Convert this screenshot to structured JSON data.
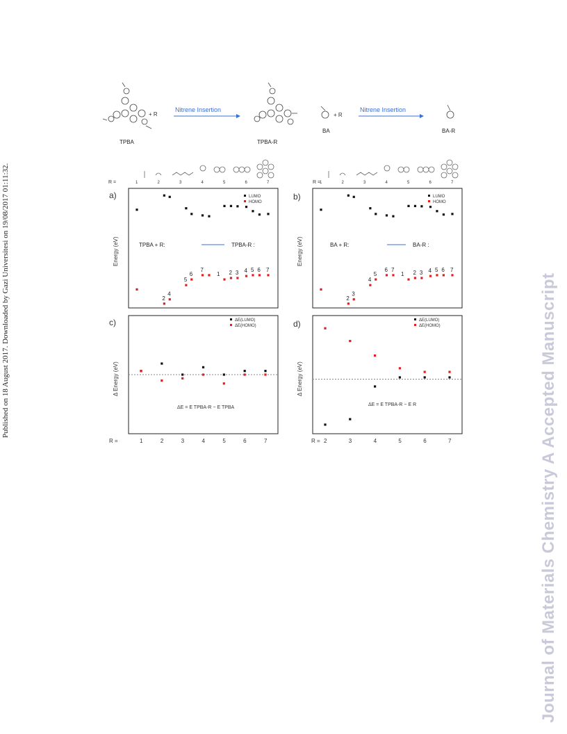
{
  "side_note": "Published on 18 August 2017. Downloaded by Gazi Universitesi on 19/08/2017 01:11:32.",
  "watermark": "Journal of Materials Chemistry A Accepted Manuscript",
  "scheme": {
    "left_reactant": "TPBA",
    "left_plus": "+ R",
    "left_arrow_label": "Nitrene Insertion",
    "left_product": "TPBA-R",
    "right_reactant": "BA",
    "right_plus": "+ R",
    "right_arrow_label": "Nitrene Insertion",
    "right_product": "BA-R"
  },
  "colors": {
    "lumo": "#111111",
    "homo": "#e02020",
    "arrow": "#3a6fd8",
    "watermark": "#c9c9d9"
  },
  "chart_data": [
    {
      "panel": "a",
      "type": "scatter",
      "xlabel": "",
      "ylabel": "Energy (eV)",
      "r_row_label": "R =",
      "r_labels": [
        "1",
        "2",
        "3",
        "4",
        "5",
        "6",
        "7"
      ],
      "legend": [
        "LUMO",
        "HOMO"
      ],
      "left_label": "TPBA + R:",
      "right_label": "TPBA-R :",
      "ylim": [
        -6.0,
        -1.8
      ],
      "series": [
        {
          "name": "LUMO",
          "points": [
            [
              1,
              -2.55
            ],
            [
              2.25,
              -2.05
            ],
            [
              2.5,
              -2.1
            ],
            [
              3.25,
              -2.5
            ],
            [
              3.5,
              -2.7
            ],
            [
              4,
              -2.75
            ],
            [
              4.3,
              -2.78
            ],
            [
              5,
              -2.42
            ],
            [
              5.3,
              -2.42
            ],
            [
              5.6,
              -2.43
            ],
            [
              6,
              -2.45
            ],
            [
              6.3,
              -2.6
            ],
            [
              6.6,
              -2.72
            ],
            [
              7,
              -2.7
            ]
          ]
        },
        {
          "name": "HOMO",
          "points": [
            [
              1,
              -5.35
            ],
            [
              2.25,
              -5.85
            ],
            [
              2.5,
              -5.7
            ],
            [
              3.25,
              -5.2
            ],
            [
              3.5,
              -5.0
            ],
            [
              4,
              -4.85
            ],
            [
              4.3,
              -4.85
            ],
            [
              5,
              -5.0
            ],
            [
              5.3,
              -4.95
            ],
            [
              5.6,
              -4.95
            ],
            [
              6,
              -4.88
            ],
            [
              6.3,
              -4.85
            ],
            [
              6.6,
              -4.85
            ],
            [
              7,
              -4.85
            ]
          ]
        }
      ],
      "point_labels_left": [
        "2",
        "4",
        "5",
        "6",
        "7"
      ],
      "point_labels_right": [
        "1",
        "2",
        "3",
        "4",
        "5",
        "6",
        "7"
      ]
    },
    {
      "panel": "b",
      "type": "scatter",
      "xlabel": "",
      "ylabel": "Energy (eV)",
      "r_row_label": "R =",
      "r_labels": [
        "1",
        "2",
        "3",
        "4",
        "5",
        "6",
        "7"
      ],
      "legend": [
        "LUMO",
        "HOMO"
      ],
      "left_label": "BA + R:",
      "right_label": "BA-R :",
      "ylim": [
        -6.0,
        -1.8
      ],
      "series": [
        {
          "name": "LUMO",
          "points": [
            [
              1,
              -2.55
            ],
            [
              2.25,
              -2.05
            ],
            [
              2.5,
              -2.1
            ],
            [
              3.25,
              -2.5
            ],
            [
              3.5,
              -2.7
            ],
            [
              4,
              -2.75
            ],
            [
              4.3,
              -2.78
            ],
            [
              5,
              -2.42
            ],
            [
              5.3,
              -2.42
            ],
            [
              5.6,
              -2.43
            ],
            [
              6,
              -2.45
            ],
            [
              6.3,
              -2.6
            ],
            [
              6.6,
              -2.72
            ],
            [
              7,
              -2.7
            ]
          ]
        },
        {
          "name": "HOMO",
          "points": [
            [
              1,
              -5.35
            ],
            [
              2.25,
              -5.85
            ],
            [
              2.5,
              -5.7
            ],
            [
              3.25,
              -5.2
            ],
            [
              3.5,
              -5.0
            ],
            [
              4,
              -4.85
            ],
            [
              4.3,
              -4.85
            ],
            [
              5,
              -5.0
            ],
            [
              5.3,
              -4.95
            ],
            [
              5.6,
              -4.95
            ],
            [
              6,
              -4.88
            ],
            [
              6.3,
              -4.85
            ],
            [
              6.6,
              -4.85
            ],
            [
              7,
              -4.85
            ]
          ]
        }
      ],
      "point_labels_left": [
        "2",
        "3",
        "4",
        "5",
        "6",
        "7"
      ],
      "point_labels_right": [
        "1",
        "2",
        "3",
        "4",
        "5",
        "6",
        "7"
      ]
    },
    {
      "panel": "c",
      "type": "scatter",
      "xlabel": "R =",
      "ylabel": "Δ Energy (eV)",
      "categories": [
        "1",
        "2",
        "3",
        "4",
        "5",
        "6",
        "7"
      ],
      "legend": [
        "ΔE(LUMO)",
        "ΔE(HOMO)"
      ],
      "equation": "ΔE = E TPBA-R − E TPBA",
      "ylim": [
        -0.8,
        0.8
      ],
      "series": [
        {
          "name": "ΔE(LUMO)",
          "values": [
            0.05,
            0.15,
            0.0,
            0.1,
            0.0,
            0.05,
            0.05
          ]
        },
        {
          "name": "ΔE(HOMO)",
          "values": [
            0.05,
            -0.08,
            -0.05,
            0.0,
            -0.12,
            0.0,
            0.0
          ]
        }
      ]
    },
    {
      "panel": "d",
      "type": "scatter",
      "xlabel": "R =",
      "ylabel": "Δ Energy (eV)",
      "categories": [
        "2",
        "3",
        "4",
        "5",
        "6",
        "7"
      ],
      "legend": [
        "ΔE(LUMO)",
        "ΔE(HOMO)"
      ],
      "equation": "ΔE = E TPBA-R − E R",
      "ylim": [
        -3.0,
        3.5
      ],
      "series": [
        {
          "name": "ΔE(LUMO)",
          "values": [
            -2.5,
            -2.2,
            -0.4,
            0.1,
            0.1,
            0.1
          ]
        },
        {
          "name": "ΔE(HOMO)",
          "values": [
            2.8,
            2.1,
            1.3,
            0.6,
            0.4,
            0.4
          ]
        }
      ]
    }
  ]
}
